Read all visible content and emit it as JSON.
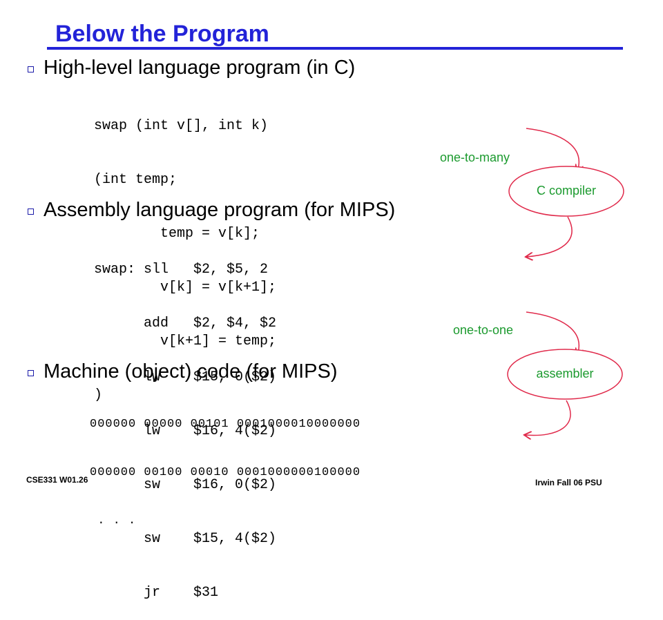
{
  "slide": {
    "title": "Below the Program",
    "bullets": [
      {
        "text": "High-level language program (in C)",
        "code": [
          "swap (int v[], int k)",
          "(int temp;",
          "        temp = v[k];",
          "        v[k] = v[k+1];",
          "        v[k+1] = temp;",
          ")"
        ]
      },
      {
        "text": "Assembly language program (for MIPS)",
        "code": [
          "swap: sll   $2, $5, 2",
          "      add   $2, $4, $2",
          "      lw    $15, 0($2)",
          "      lw    $16, 4($2)",
          "      sw    $16, 0($2)",
          "      sw    $15, 4($2)",
          "      jr    $31"
        ]
      },
      {
        "text": "Machine (object) code (for MIPS)",
        "code": [
          "000000 00000 00101 0001000010000000",
          "000000 00100 00010 0001000000100000",
          " . . ."
        ]
      }
    ],
    "diagram": {
      "upper_relation": "one-to-many",
      "upper_box": "C compiler",
      "lower_relation": "one-to-one",
      "lower_box": "assembler"
    },
    "footer_left": "CSE331  W01.26",
    "footer_right": "Irwin Fall 06  PSU",
    "colors": {
      "title": "#2323d8",
      "accent_red": "#e0294a",
      "label_green": "#1b9a2e"
    }
  }
}
